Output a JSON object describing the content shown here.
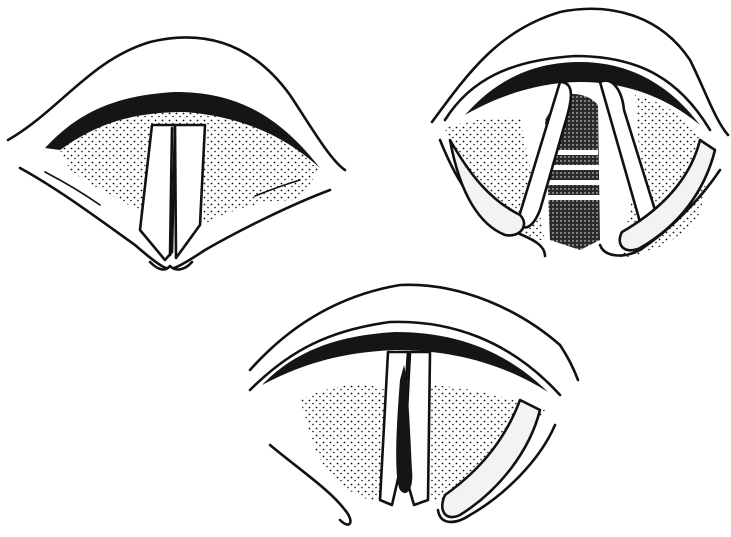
{
  "figure": {
    "panels": [
      {
        "id": "top-left"
      },
      {
        "id": "top-right"
      },
      {
        "id": "bottom-center"
      }
    ],
    "colors": {
      "ink": "#111111",
      "background": "#ffffff",
      "shading": "#151515"
    }
  }
}
